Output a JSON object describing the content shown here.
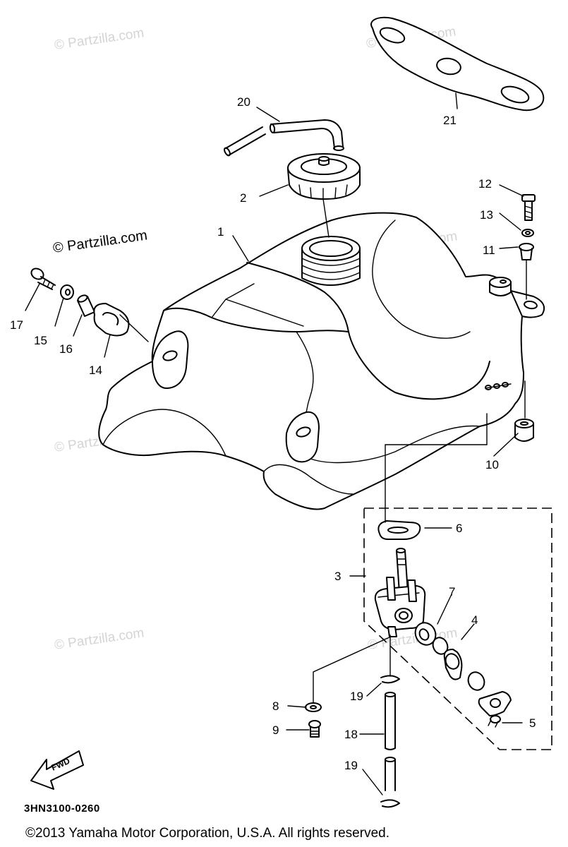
{
  "watermark": {
    "text": "© Partzilla.com",
    "dark_text": "© Partzilla.com"
  },
  "callouts": {
    "p1": "1",
    "p2": "2",
    "p3": "3",
    "p4": "4",
    "p5": "5",
    "p6": "6",
    "p7": "7",
    "p8": "8",
    "p9": "9",
    "p10": "10",
    "p11": "11",
    "p12": "12",
    "p13": "13",
    "p14": "14",
    "p15": "15",
    "p16": "16",
    "p17": "17",
    "p18": "18",
    "p19a": "19",
    "p19b": "19",
    "p20": "20",
    "p21": "21"
  },
  "fwd_label": "FWD",
  "diagram_code": "3HN3100-0260",
  "copyright": "©2013  Yamaha Motor Corporation, U.S.A. All rights reserved.",
  "colors": {
    "line": "#000000",
    "watermark": "#d4d4d4",
    "background": "#ffffff"
  }
}
